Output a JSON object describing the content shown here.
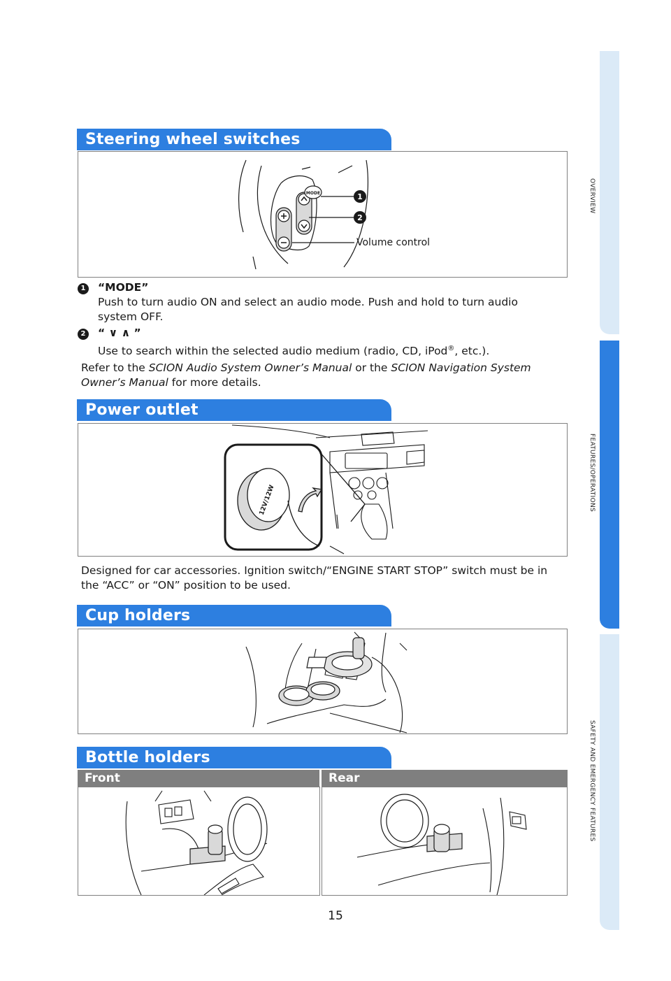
{
  "page_number": "15",
  "side_tabs": [
    "OVERVIEW",
    "FEATURES/OPERATIONS",
    "SAFETY AND EMERGENCY FEATURES"
  ],
  "sections": {
    "steering": {
      "title": "Steering wheel switches",
      "volume_label": "Volume control",
      "mode_button_label": "MODE",
      "item1_number": "1",
      "item1_title": "“MODE”",
      "item1_text": "Push to turn audio ON and select an audio mode. Push and hold to turn audio system OFF.",
      "item2_number": "2",
      "item2_title": "“ ∨ ∧ ”",
      "item2_text_a": "Use to search within the selected audio medium (radio, CD, iPod",
      "item2_reg": "®",
      "item2_text_b": ", etc.).",
      "refer_a": "Refer to the ",
      "refer_italic1": "SCION Audio System Owner’s Manual",
      "refer_b": " or the ",
      "refer_italic2": "SCION Navigation System Owner’s Manual",
      "refer_c": " for more details."
    },
    "power": {
      "title": "Power outlet",
      "cap_text": "12V/12W",
      "text": "Designed for car accessories. Ignition switch/“ENGINE START STOP” switch must be in the “ACC” or “ON” position to be used."
    },
    "cup": {
      "title": "Cup holders"
    },
    "bottle": {
      "title": "Bottle holders",
      "front_label": "Front",
      "rear_label": "Rear"
    }
  },
  "colors": {
    "accent": "#2d7fe0",
    "side_light": "#dbeaf7",
    "sub_header": "#7f7f7f"
  }
}
